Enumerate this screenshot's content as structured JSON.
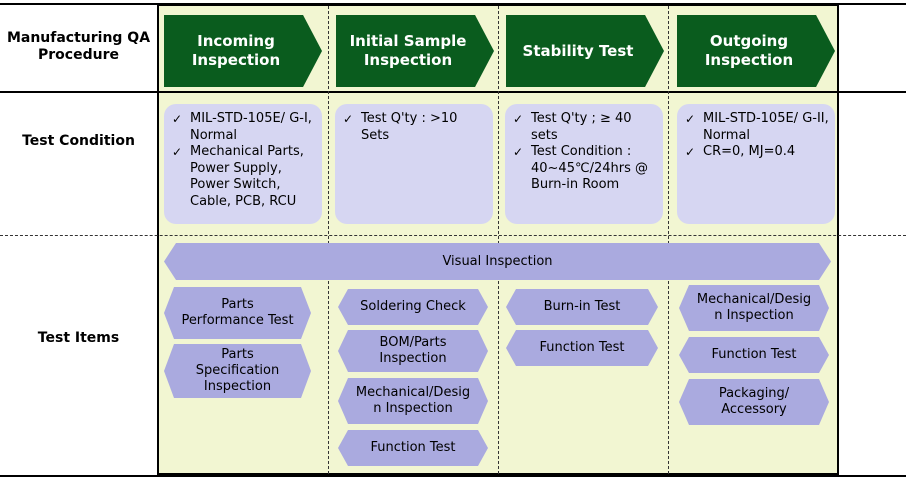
{
  "row_labels": {
    "procedure": "Manufacturing QA\nProcedure",
    "condition": "Test Condition",
    "items": "Test Items"
  },
  "stages": [
    {
      "label": "Incoming\nInspection"
    },
    {
      "label": "Initial Sample\nInspection"
    },
    {
      "label": "Stability Test"
    },
    {
      "label": "Outgoing\nInspection"
    }
  ],
  "conditions": [
    [
      "MIL-STD-105E/ G-I, Normal",
      "Mechanical Parts, Power Supply, Power Switch, Cable, PCB, RCU"
    ],
    [
      "Test Q'ty : >10 Sets"
    ],
    [
      "Test Q'ty ; ≥ 40 sets",
      "Test Condition : 40~45℃/24hrs @ Burn-in Room"
    ],
    [
      "MIL-STD-105E/ G-II, Normal",
      "CR=0, MJ=0.4"
    ]
  ],
  "visual_inspection": "Visual Inspection",
  "test_items": [
    [
      "Parts\nPerformance Test",
      "Parts\nSpecification\nInspection"
    ],
    [
      "Soldering Check",
      "BOM/Parts\nInspection",
      "Mechanical/Desig\nn Inspection",
      "Function Test"
    ],
    [
      "Burn-in Test",
      "Function Test"
    ],
    [
      "Mechanical/Desig\nn Inspection",
      "Function Test",
      "Packaging/\nAccessory"
    ]
  ],
  "check_mark": "✓"
}
